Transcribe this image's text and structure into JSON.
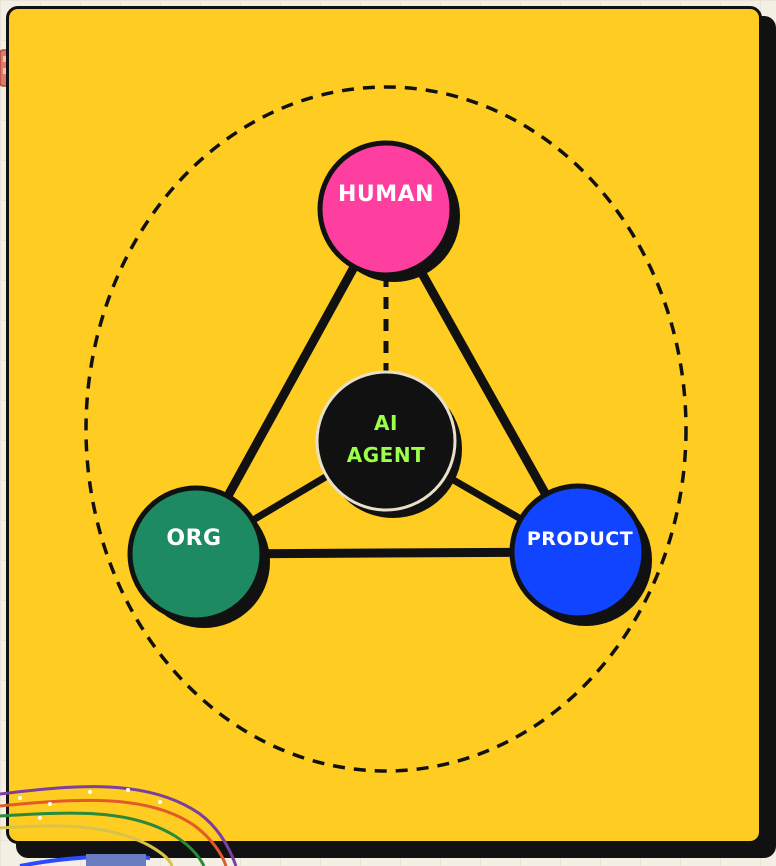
{
  "diagram": {
    "nodes": {
      "human": {
        "label": "HUMAN",
        "color": "#ff3fa0",
        "text_color": "#ffffff"
      },
      "org": {
        "label": "ORG",
        "color": "#1e8a62",
        "text_color": "#ffffff"
      },
      "product": {
        "label": "PRODUCT",
        "color": "#1144ff",
        "text_color": "#ffffff"
      },
      "agent": {
        "label_line1": "AI",
        "label_line2": "AGENT",
        "color": "#111111",
        "text_color": "#9cff4a"
      }
    },
    "background_color": "#ffcc22",
    "edges": [
      {
        "from": "human",
        "to": "org",
        "style": "solid"
      },
      {
        "from": "human",
        "to": "product",
        "style": "solid"
      },
      {
        "from": "org",
        "to": "product",
        "style": "solid"
      },
      {
        "from": "agent",
        "to": "org",
        "style": "solid"
      },
      {
        "from": "agent",
        "to": "product",
        "style": "solid"
      },
      {
        "from": "agent",
        "to": "human",
        "style": "dashed"
      }
    ]
  }
}
